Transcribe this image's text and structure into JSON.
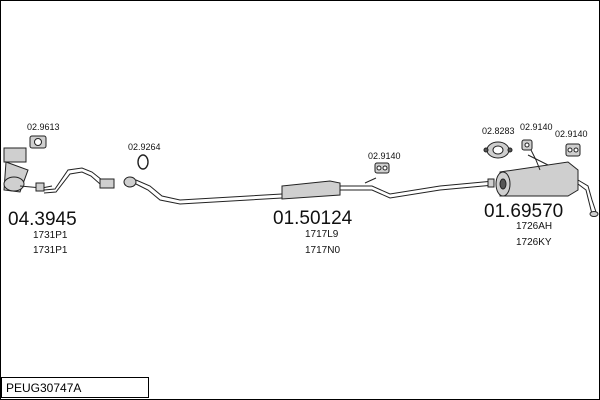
{
  "assembly_code": "PEUG30747A",
  "groups": [
    {
      "id": "front",
      "part_number": "04.3945",
      "refs": [
        "1731P1",
        "1731P1"
      ]
    },
    {
      "id": "middle",
      "part_number": "01.50124",
      "refs": [
        "1717L9",
        "1717N0"
      ]
    },
    {
      "id": "rear",
      "part_number": "01.69570",
      "refs": [
        "1726AH",
        "1726KY"
      ]
    }
  ],
  "accessories": [
    {
      "id": "gasket-front",
      "code": "02.9613"
    },
    {
      "id": "gasket-ring",
      "code": "02.9264"
    },
    {
      "id": "mount-middle",
      "code": "02.9140"
    },
    {
      "id": "clamp-rear",
      "code": "02.8283"
    },
    {
      "id": "mount-rear-1",
      "code": "02.9140"
    },
    {
      "id": "mount-rear-2",
      "code": "02.9140"
    }
  ]
}
